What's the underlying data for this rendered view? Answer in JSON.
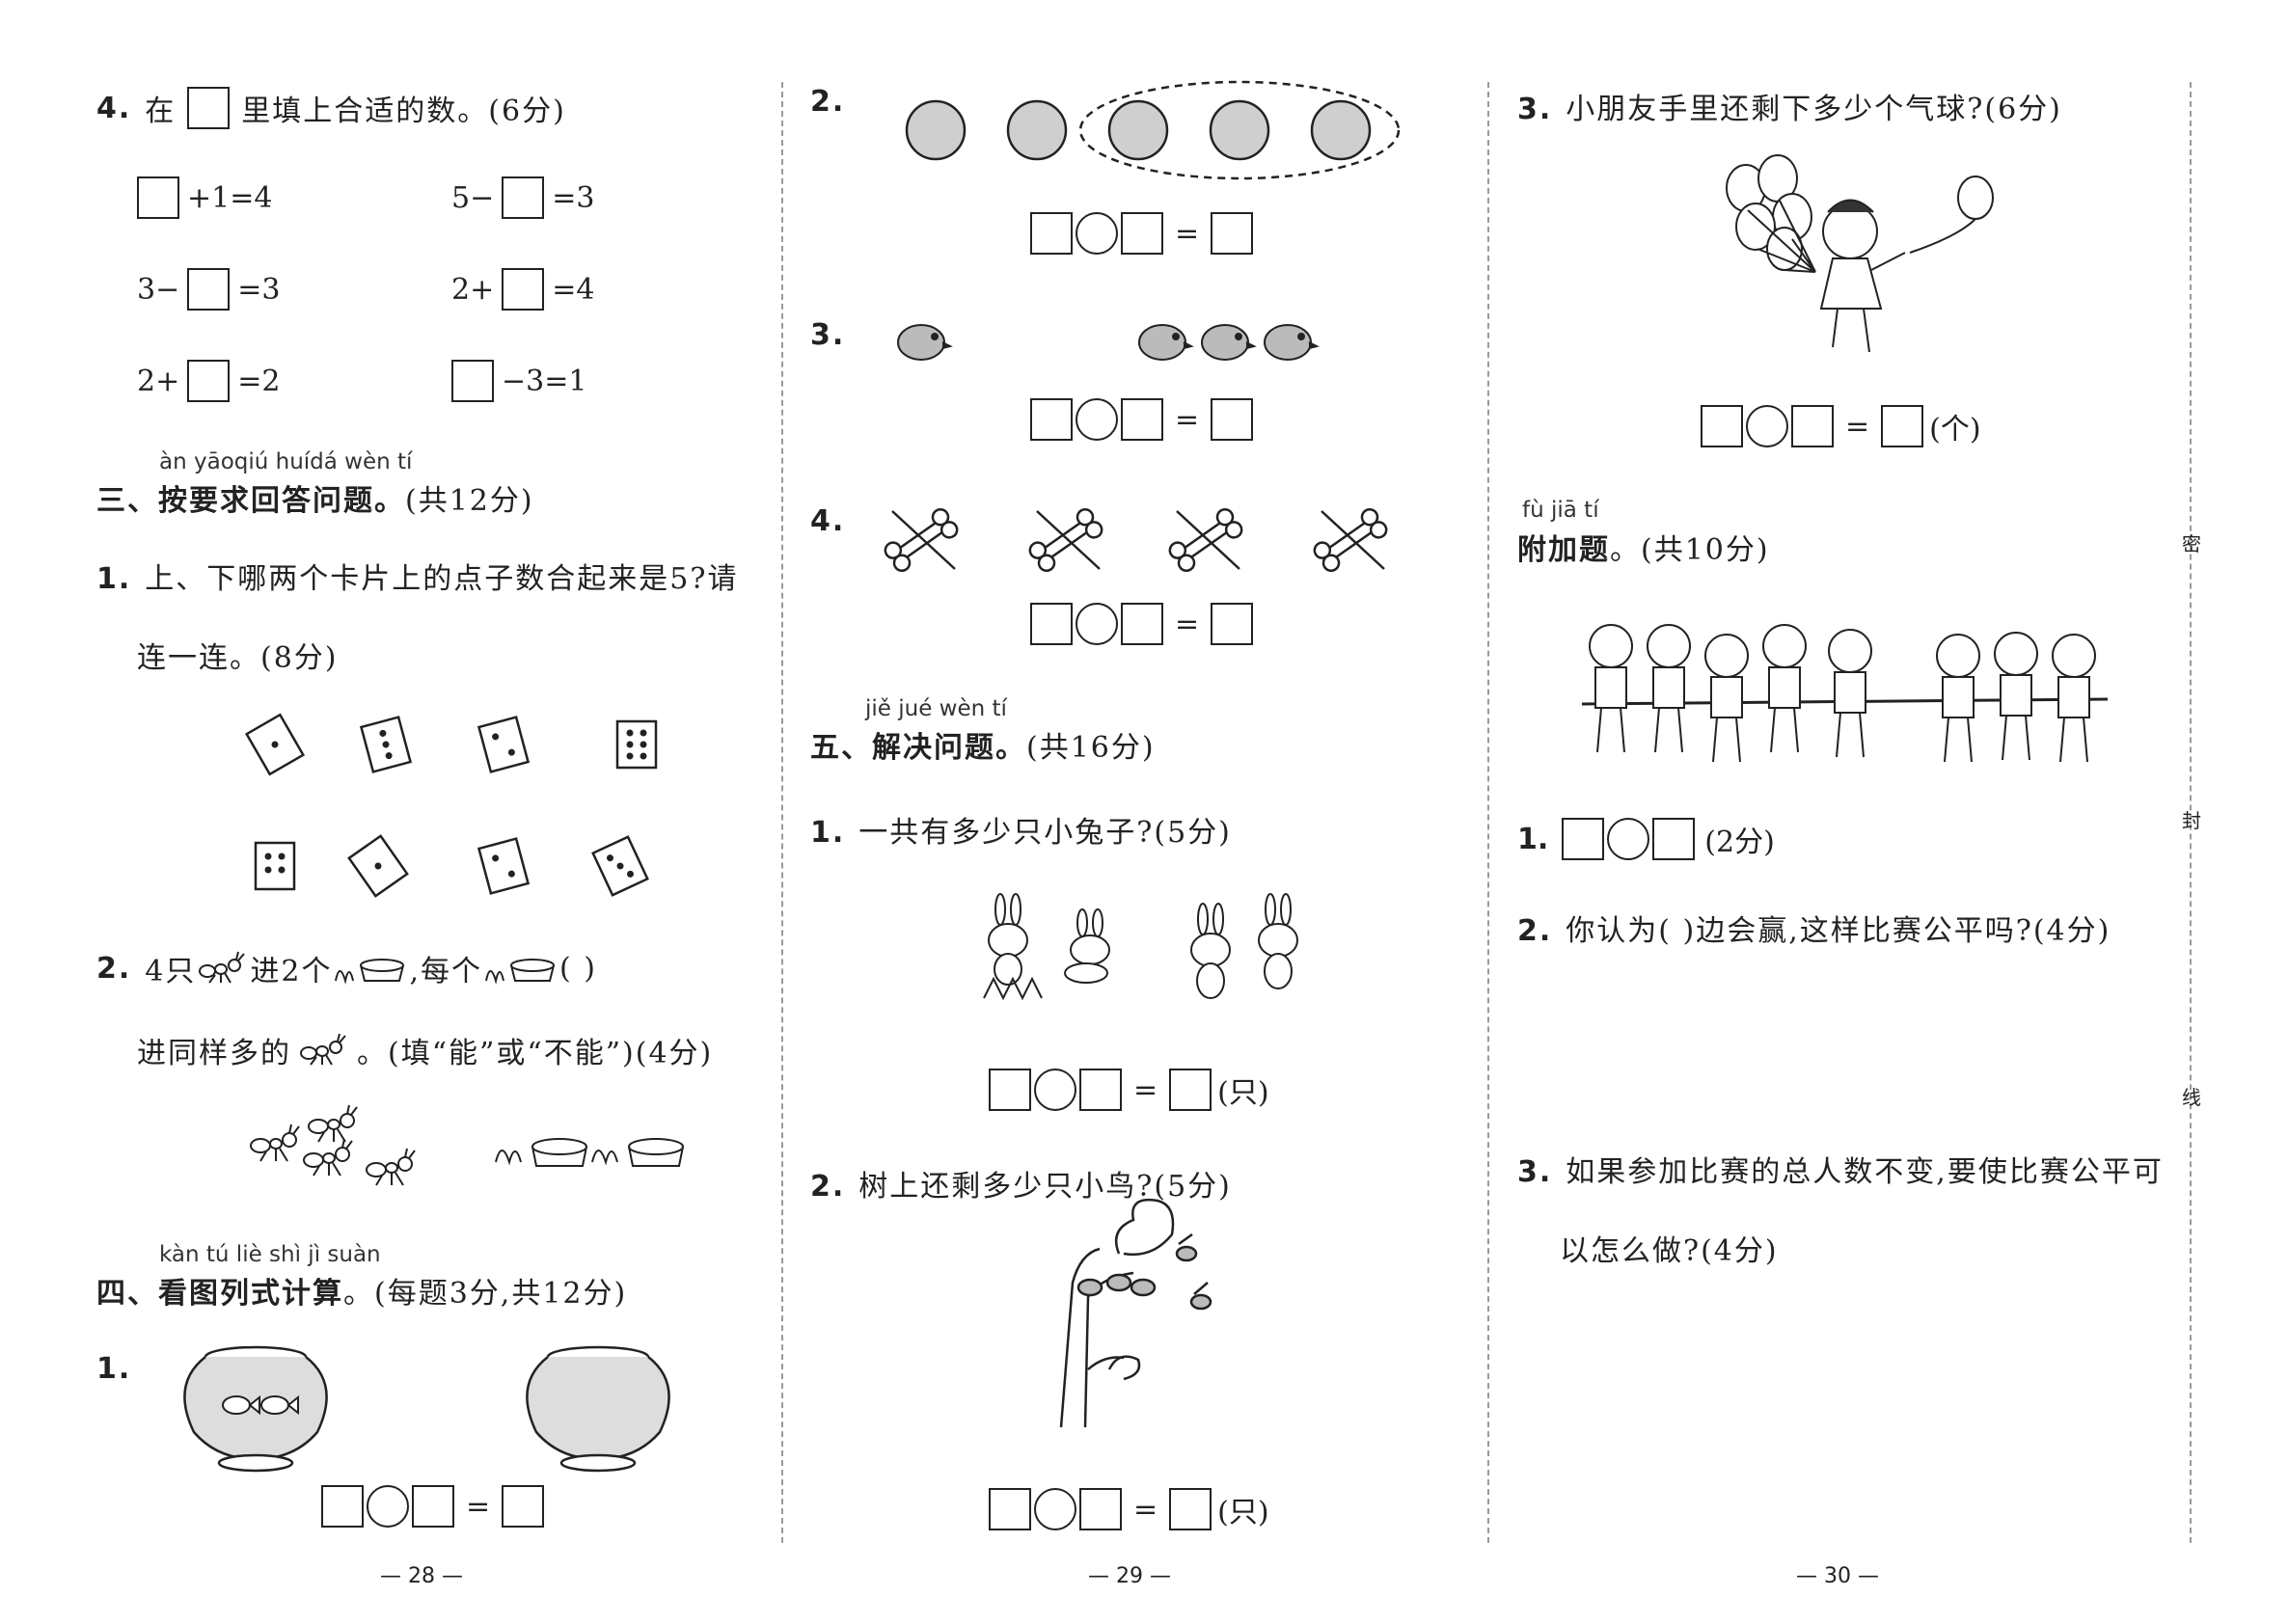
{
  "col1": {
    "q4": {
      "num": "4.",
      "prefix": "在",
      "suffix": "里填上合适的数。(6分)"
    },
    "q4_eqs": [
      {
        "before": "",
        "after": "+1=4"
      },
      {
        "before": "5−",
        "after": "=3"
      },
      {
        "before": "3−",
        "after": "=3"
      },
      {
        "before": "2+",
        "after": "=4"
      },
      {
        "before": "2+",
        "after": "=2"
      },
      {
        "before": "",
        "after": "−3=1"
      }
    ],
    "sec3": {
      "pinyin": "àn yāoqiú huídá wèn  tí",
      "title": "三、按要求回答问题。",
      "score": "(共12分)"
    },
    "s3q1": {
      "num": "1.",
      "line1": "上、下哪两个卡片上的点子数合起来是5?请",
      "line2": "连一连。(8分)"
    },
    "s3q2": {
      "num": "2.",
      "a": "4只",
      "b": "进2个",
      "c": ",每个",
      "d": "(       )",
      "line2a": "进同样多的",
      "line2b": "。(填“能”或“不能”)(4分)"
    },
    "sec4": {
      "pinyin": "kàn tú  liè shì  jì  suàn",
      "title": "四、看图列式计算",
      "score": "。(每题3分,共12分)"
    },
    "s4q1": {
      "num": "1.",
      "eq_sign": "="
    },
    "page": "— 28 —"
  },
  "col2": {
    "q2": {
      "num": "2.",
      "eq_sign": "="
    },
    "q3": {
      "num": "3.",
      "eq_sign": "="
    },
    "q4": {
      "num": "4.",
      "eq_sign": "="
    },
    "sec5": {
      "pinyin": "jiě jué wèn  tí",
      "title": "五、解决问题。",
      "score": "(共16分)"
    },
    "s5q1": {
      "num": "1.",
      "text": "一共有多少只小兔子?(5分)",
      "eq_sign": "=",
      "unit": "(只)"
    },
    "s5q2": {
      "num": "2.",
      "text": "树上还剩多少只小鸟?(5分)",
      "eq_sign": "=",
      "unit": "(只)"
    },
    "page": "— 29 —"
  },
  "col3": {
    "q3": {
      "num": "3.",
      "text": "小朋友手里还剩下多少个气球?(6分)",
      "eq_sign": "=",
      "unit": "(个)"
    },
    "extra": {
      "pinyin": "fù jiā  tí",
      "title": "附加题",
      "score": "。(共10分)"
    },
    "e1": {
      "num": "1.",
      "score": "(2分)"
    },
    "e2": {
      "num": "2.",
      "text": "你认为(       )边会赢,这样比赛公平吗?(4分)"
    },
    "e3": {
      "num": "3.",
      "line1": "如果参加比赛的总人数不变,要使比赛公平可",
      "line2": "以怎么做?(4分)"
    },
    "page": "— 30 —"
  },
  "margin_chars": [
    "密",
    "封",
    "线"
  ]
}
